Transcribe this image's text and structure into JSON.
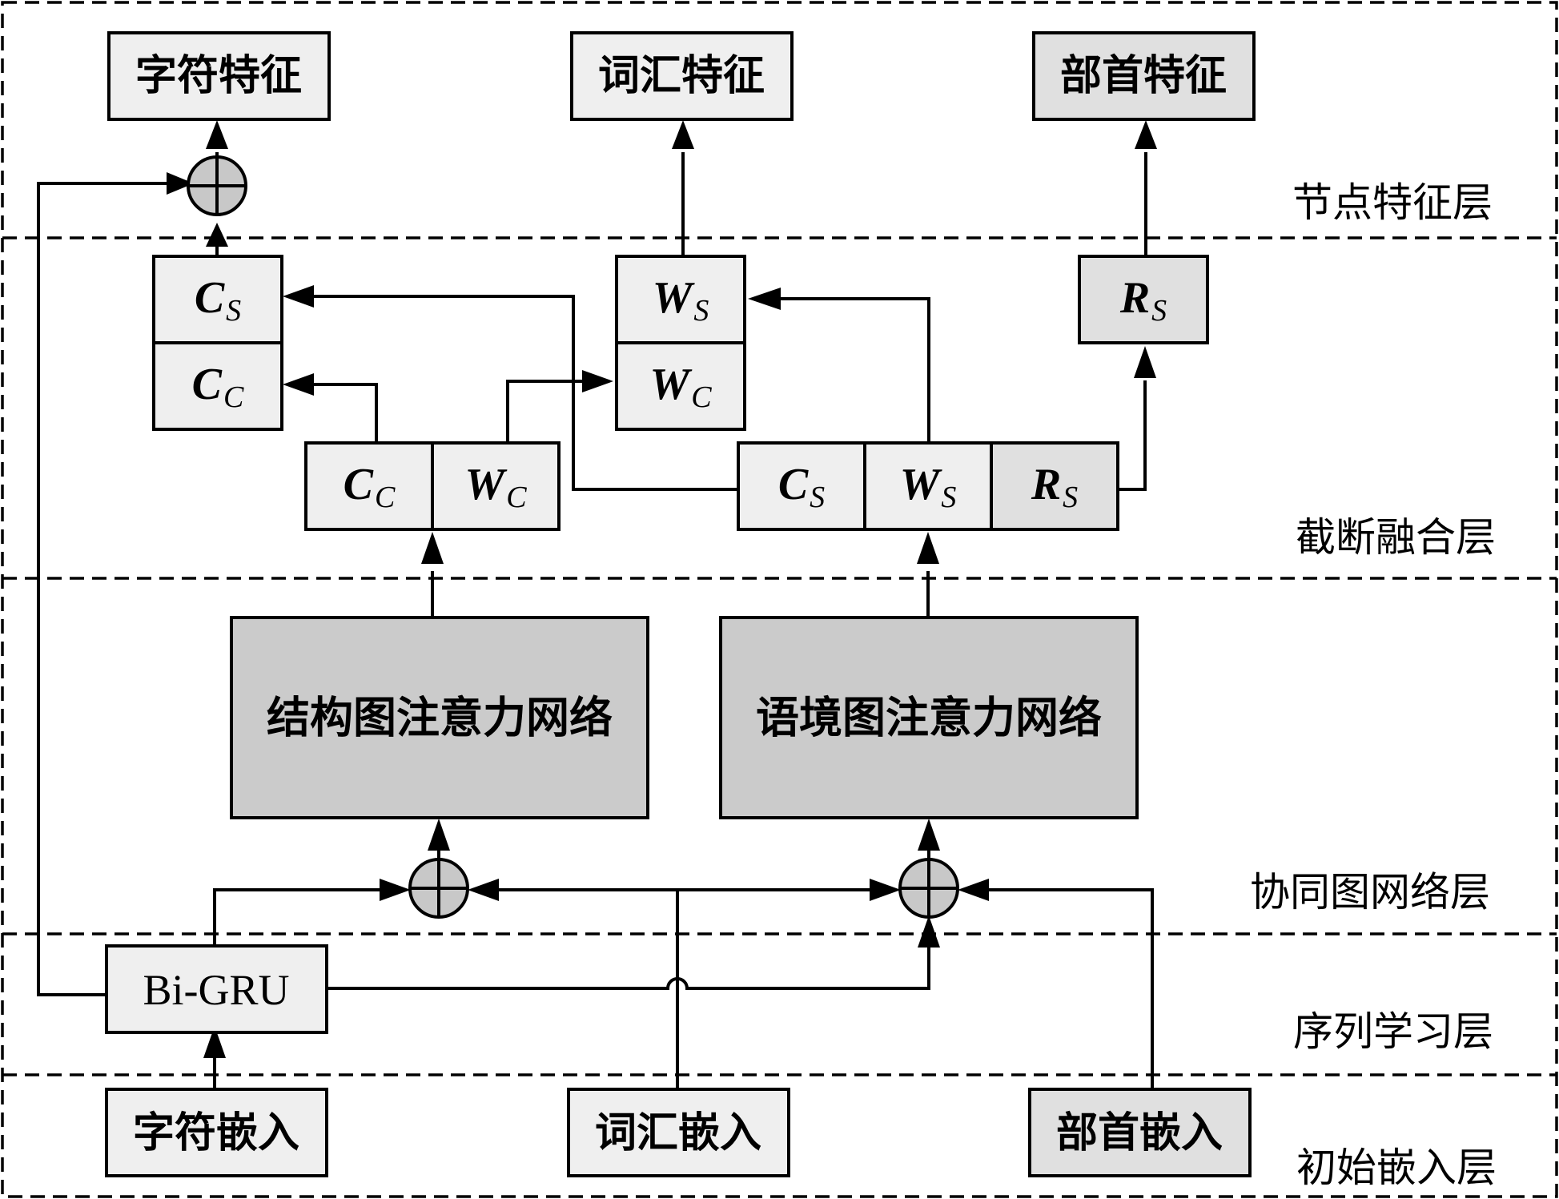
{
  "layers": {
    "node_feature": "节点特征层",
    "truncation_fusion": "截断融合层",
    "collaborative_graph": "协同图网络层",
    "sequence_learning": "序列学习层",
    "initial_embedding": "初始嵌入层"
  },
  "outputs": {
    "char_feature": "字符特征",
    "word_feature": "词汇特征",
    "radical_feature": "部首特征"
  },
  "embeddings": {
    "char_embed": "字符嵌入",
    "word_embed": "词汇嵌入",
    "radical_embed": "部首嵌入"
  },
  "bigru": "Bi-GRU",
  "networks": {
    "structural_gat": "结构图注意力网络",
    "context_gat": "语境图注意力网络"
  },
  "variables": {
    "C": "C",
    "W": "W",
    "R": "R",
    "S": "S",
    "Csub": "C"
  },
  "colors": {
    "box_fill": "#efefef",
    "box_fill_dark": "#e0e0e0",
    "network_fill": "#cbcbcb",
    "operator_fill": "#c8c8c8"
  }
}
